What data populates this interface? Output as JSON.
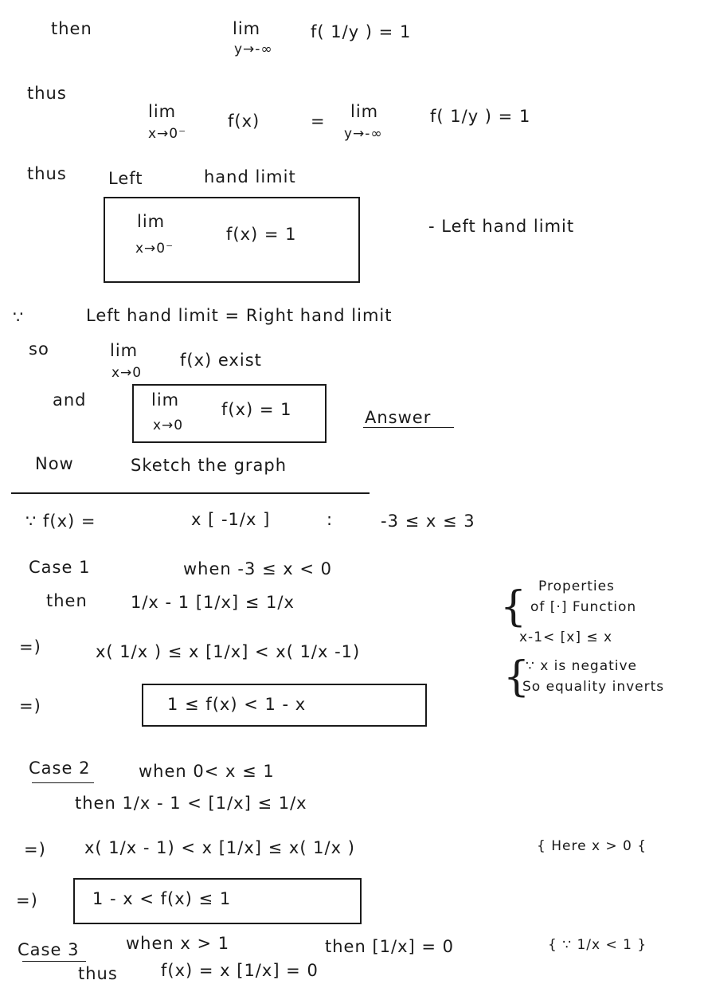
{
  "lines": {
    "l1_then": "then",
    "l1_lim": "lim",
    "l1_sub": "y→-∞",
    "l1_expr": "f( 1/y ) = 1",
    "l2_thus": "thus",
    "l2_lim": "lim",
    "l2_sub": "x→0⁻",
    "l2_fx": "f(x)",
    "l2_eq": "=",
    "l2_lim2": "lim",
    "l2_sub2": "y→-∞",
    "l2_expr": "f( 1/y ) = 1",
    "l3_thus": "thus",
    "l3_left": "Left",
    "l3_hand": "hand limit",
    "box1_lim": "lim",
    "box1_sub": "x→0⁻",
    "box1_expr": "f(x)   =   1",
    "box1_note": "- Left hand limit",
    "l4_because": "∵",
    "l4_text": "Left hand limit = Right hand limit",
    "l5_so": "so",
    "l5_lim": "lim",
    "l5_sub": "x→0",
    "l5_expr": "f(x)   exist",
    "l6_and": "and",
    "box2_lim": "lim",
    "box2_sub": "x→0",
    "box2_expr": "f(x) = 1",
    "l6_answer": "Answer",
    "l7_now": "Now",
    "l7_text": "Sketch the graph",
    "l8_fx": "∵ f(x)  =",
    "l8_expr": "x [ -1/x ]",
    "l8_colon": ":",
    "l8_range": "-3 ≤ x ≤ 3",
    "c1_label": "Case 1",
    "c1_when": "when -3 ≤ x < 0",
    "c1_then": "then",
    "c1_ineq": "1/x - 1   [1/x] ≤ 1/x",
    "c1_imp1": "=)",
    "c1_step": "x( 1/x )  ≤  x [1/x]  <  x( 1/x -1)",
    "c1_imp2": "=)",
    "box3_expr": "1  ≤   f(x)   <  1 - x",
    "note_props": "Properties",
    "note_of": "of  [·] Function",
    "note_ineq": "x-1< [x] ≤ x",
    "note_neg": "∵ x is negative",
    "note_so": "So equality inverts",
    "c2_label": "Case 2",
    "c2_when": "when  0< x ≤ 1",
    "c2_then": "then 1/x - 1 < [1/x]  ≤  1/x",
    "c2_imp1": "=)",
    "c2_step": "x( 1/x - 1)  <  x [1/x]  ≤  x( 1/x )",
    "c2_note": "{ Here x > 0 {",
    "c2_imp2": "=)",
    "box4_expr": "1 - x    < f(x)  ≤  1",
    "c3_label": "Case 3",
    "c3_when": "when      x > 1",
    "c3_then": "then   [1/x] = 0",
    "c3_note": "{ ∵ 1/x < 1 }",
    "c3_thus": "thus",
    "c3_expr": "f(x) = x [1/x] = 0"
  }
}
